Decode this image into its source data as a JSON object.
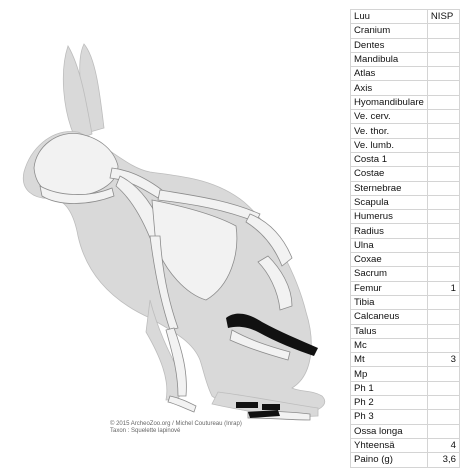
{
  "credit": {
    "line1": "© 2015 ArcheoZoo.org / Michel Coutureau (Inrap)",
    "line2": "Taxon : Squelette lapinové"
  },
  "table": {
    "headers": [
      "Luu",
      "NISP"
    ],
    "rows": [
      {
        "bone": "Cranium",
        "nisp": ""
      },
      {
        "bone": "Dentes",
        "nisp": ""
      },
      {
        "bone": "Mandibula",
        "nisp": ""
      },
      {
        "bone": "Atlas",
        "nisp": ""
      },
      {
        "bone": "Axis",
        "nisp": ""
      },
      {
        "bone": "Hyomandibulare",
        "nisp": ""
      },
      {
        "bone": "Ve. cerv.",
        "nisp": ""
      },
      {
        "bone": "Ve. thor.",
        "nisp": ""
      },
      {
        "bone": "Ve. lumb.",
        "nisp": ""
      },
      {
        "bone": "Costa 1",
        "nisp": ""
      },
      {
        "bone": "Costae",
        "nisp": ""
      },
      {
        "bone": "Sternebrae",
        "nisp": ""
      },
      {
        "bone": "Scapula",
        "nisp": ""
      },
      {
        "bone": "Humerus",
        "nisp": ""
      },
      {
        "bone": "Radius",
        "nisp": ""
      },
      {
        "bone": "Ulna",
        "nisp": ""
      },
      {
        "bone": "Coxae",
        "nisp": ""
      },
      {
        "bone": "Sacrum",
        "nisp": ""
      },
      {
        "bone": "Femur",
        "nisp": "1"
      },
      {
        "bone": "Tibia",
        "nisp": ""
      },
      {
        "bone": "Calcaneus",
        "nisp": ""
      },
      {
        "bone": "Talus",
        "nisp": ""
      },
      {
        "bone": "Mc",
        "nisp": ""
      },
      {
        "bone": "Mt",
        "nisp": "3"
      },
      {
        "bone": "Mp",
        "nisp": ""
      },
      {
        "bone": "Ph 1",
        "nisp": ""
      },
      {
        "bone": "Ph 2",
        "nisp": ""
      },
      {
        "bone": "Ph 3",
        "nisp": ""
      },
      {
        "bone": "Ossa longa",
        "nisp": ""
      },
      {
        "bone": "Yhteensä",
        "nisp": "4"
      },
      {
        "bone": "Paino (g)",
        "nisp": "3,6"
      }
    ]
  },
  "colors": {
    "silhouette": "#d9d9d9",
    "bone": "#f2f2f2",
    "bone_outline": "#8c8c8c",
    "highlight": "#111111"
  }
}
